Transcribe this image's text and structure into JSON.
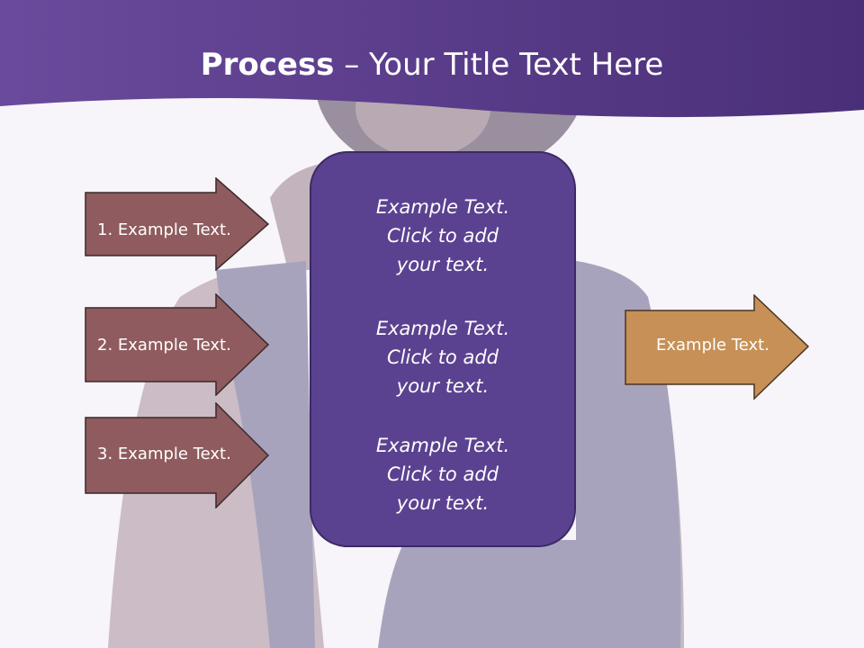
{
  "title": {
    "bold": "Process",
    "rest": " – Your Title Text Here"
  },
  "left_arrows": [
    {
      "label": "1. Example Text."
    },
    {
      "label": "2. Example Text."
    },
    {
      "label": "3. Example Text."
    }
  ],
  "center_blocks": [
    {
      "line1": "Example Text.",
      "line2": "Click  to add",
      "line3": "your text."
    },
    {
      "line1": "Example Text.",
      "line2": "Click  to add",
      "line3": "your text."
    },
    {
      "line1": "Example Text.",
      "line2": "Click  to add",
      "line3": "your text."
    }
  ],
  "right_arrow": {
    "label": "Example Text."
  },
  "colors": {
    "header": "#5a3e8c",
    "left_arrow_fill": "#8f5b5e",
    "right_arrow_fill": "#c69057",
    "center_box": "#5b4290"
  },
  "icons": {
    "background": "faded-photo-of-woman"
  }
}
